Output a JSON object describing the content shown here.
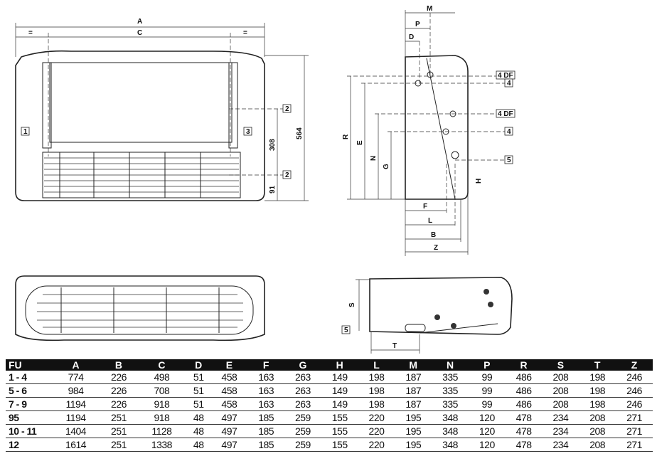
{
  "front_view": {
    "dim_a": "A",
    "dim_eq_left": "=",
    "dim_c": "C",
    "dim_eq_right": "=",
    "dim_564": "564",
    "dim_308": "308",
    "dim_91": "91",
    "tag_1": "1",
    "tag_3": "3",
    "tag_2a": "2",
    "tag_2b": "2"
  },
  "side_view": {
    "dim_m": "M",
    "dim_p": "P",
    "dim_d": "D",
    "dim_r": "R",
    "dim_e": "E",
    "dim_n": "N",
    "dim_g": "G",
    "dim_h": "H",
    "dim_f": "F",
    "dim_l": "L",
    "dim_b": "B",
    "dim_z": "Z",
    "tag_4df_a": "4 DF",
    "tag_4_a": "4",
    "tag_4df_b": "4 DF",
    "tag_4_b": "4",
    "tag_5": "5"
  },
  "bottom_view": {
    "dim_s": "S",
    "dim_t": "T",
    "tag_5": "5"
  },
  "table": {
    "headers": [
      "FU",
      "A",
      "B",
      "C",
      "D",
      "E",
      "F",
      "G",
      "H",
      "L",
      "M",
      "N",
      "P",
      "R",
      "S",
      "T",
      "Z"
    ],
    "rows": [
      [
        "1 - 4",
        "774",
        "226",
        "498",
        "51",
        "458",
        "163",
        "263",
        "149",
        "198",
        "187",
        "335",
        "99",
        "486",
        "208",
        "198",
        "246"
      ],
      [
        "5 - 6",
        "984",
        "226",
        "708",
        "51",
        "458",
        "163",
        "263",
        "149",
        "198",
        "187",
        "335",
        "99",
        "486",
        "208",
        "198",
        "246"
      ],
      [
        "7 - 9",
        "1194",
        "226",
        "918",
        "51",
        "458",
        "163",
        "263",
        "149",
        "198",
        "187",
        "335",
        "99",
        "486",
        "208",
        "198",
        "246"
      ],
      [
        "95",
        "1194",
        "251",
        "918",
        "48",
        "497",
        "185",
        "259",
        "155",
        "220",
        "195",
        "348",
        "120",
        "478",
        "234",
        "208",
        "271"
      ],
      [
        "10 - 11",
        "1404",
        "251",
        "1128",
        "48",
        "497",
        "185",
        "259",
        "155",
        "220",
        "195",
        "348",
        "120",
        "478",
        "234",
        "208",
        "271"
      ],
      [
        "12",
        "1614",
        "251",
        "1338",
        "48",
        "497",
        "185",
        "259",
        "155",
        "220",
        "195",
        "348",
        "120",
        "478",
        "234",
        "208",
        "271"
      ]
    ]
  }
}
